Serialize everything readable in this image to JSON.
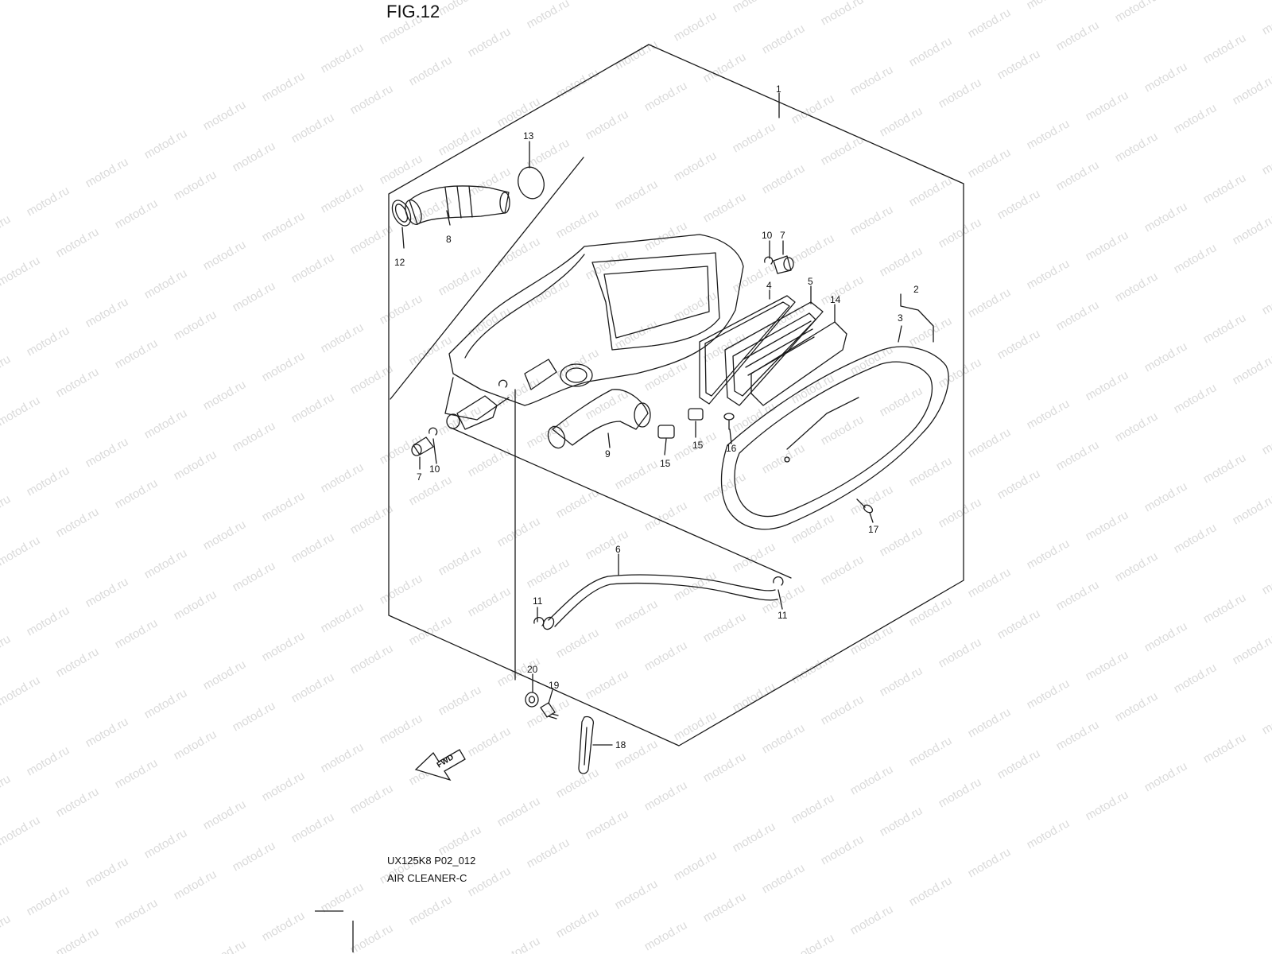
{
  "figure_title": "FIG.12",
  "watermark": "motod.ru",
  "diagram_code": "UX125K8 P02_012",
  "diagram_name": "AIR CLEANER-C",
  "fwd_label": "FWD",
  "callouts": {
    "c1": "1",
    "c2": "2",
    "c3": "3",
    "c4": "4",
    "c5": "5",
    "c6": "6",
    "c7a": "7",
    "c7b": "7",
    "c8": "8",
    "c9": "9",
    "c10a": "10",
    "c10b": "10",
    "c11a": "11",
    "c11b": "11",
    "c12": "12",
    "c13": "13",
    "c14": "14",
    "c15a": "15",
    "c15b": "15",
    "c16": "16",
    "c17": "17",
    "c18": "18",
    "c19": "19",
    "c20": "20"
  },
  "colors": {
    "line": "#1a1a1a",
    "watermark": "#dadada",
    "background": "#ffffff"
  }
}
